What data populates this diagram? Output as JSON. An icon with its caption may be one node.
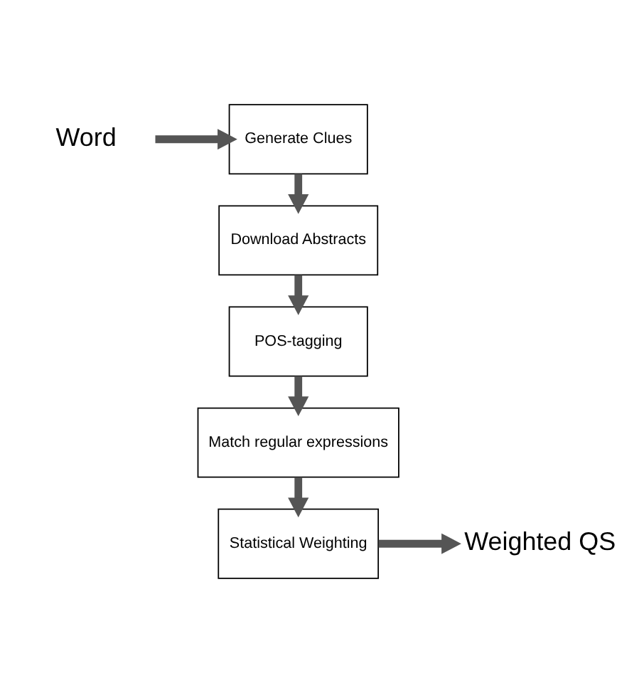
{
  "diagram": {
    "nodes": [
      {
        "text": [
          "Word"
        ]
      },
      {
        "text": [
          "Generate Clues"
        ]
      },
      {
        "text": [
          "Download Abstracts"
        ]
      },
      {
        "text": [
          "POS-tagging"
        ]
      },
      {
        "text": [
          "Match regular expressions"
        ]
      },
      {
        "text": [
          "Statistical Weighting"
        ]
      },
      {
        "text": [
          "Weighted QS"
        ]
      }
    ],
    "edges": [
      {
        "from": 0,
        "to": 1,
        "arrow": "to"
      },
      {
        "from": 1,
        "to": 2,
        "arrow": "to"
      },
      {
        "from": 2,
        "to": 3,
        "arrow": "to"
      },
      {
        "from": 3,
        "to": 4,
        "arrow": "to"
      },
      {
        "from": 4,
        "to": 5,
        "arrow": "to"
      },
      {
        "from": 5,
        "to": 6,
        "arrow": "to"
      }
    ]
  }
}
